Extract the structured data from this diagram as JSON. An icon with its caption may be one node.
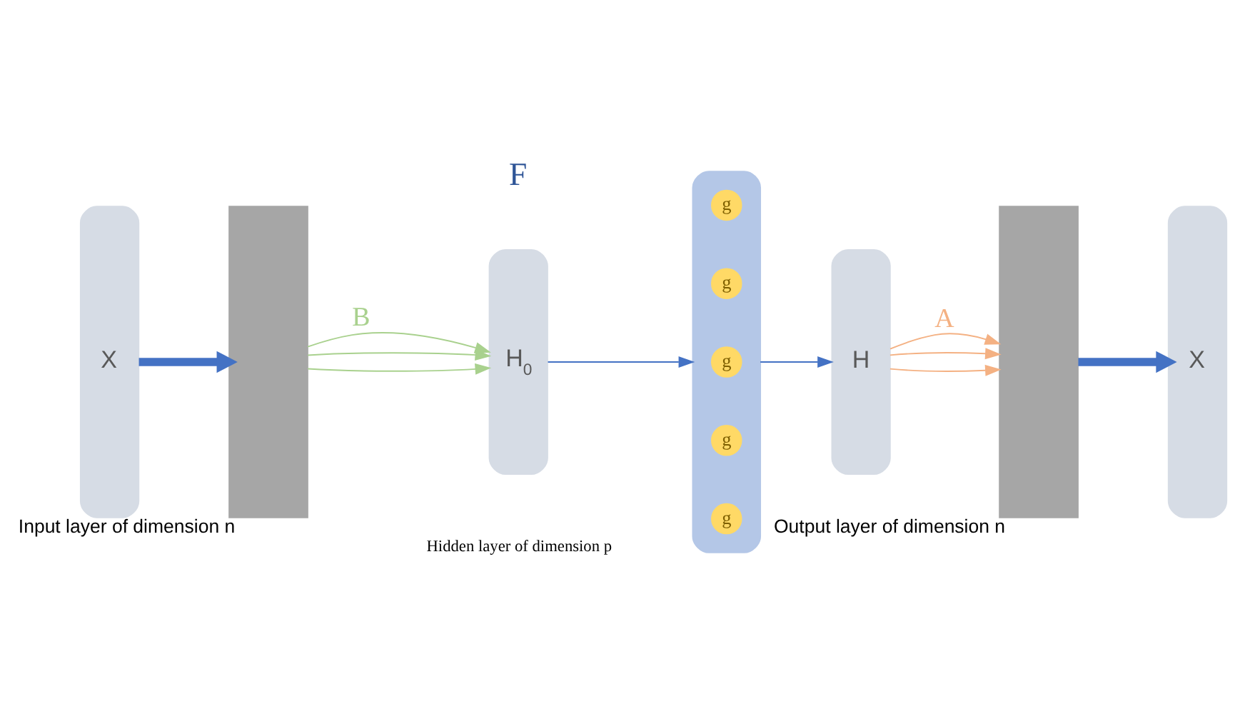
{
  "diagram": {
    "nodes": [
      {
        "text": [
          "X"
        ]
      },
      {
        "text": [],
        "shape": "bar",
        "beside": [
          "Input layer of dimension n"
        ]
      },
      {
        "text": [
          "H$_{0}$"
        ]
      },
      {
        "text": [],
        "shape": "box"
      },
      {
        "text": [
          "g"
        ],
        "in": 3
      },
      {
        "text": [
          "g"
        ],
        "in": 3
      },
      {
        "text": [
          "g"
        ],
        "in": 3
      },
      {
        "text": [
          "g"
        ],
        "in": 3
      },
      {
        "text": [
          "g"
        ],
        "in": 3
      },
      {
        "text": [
          "H"
        ]
      },
      {
        "text": [],
        "shape": "bar",
        "beside": [
          "Output layer of dimension n"
        ]
      },
      {
        "text": [
          "X"
        ]
      }
    ],
    "edges": [
      {
        "from": 0,
        "to": 1,
        "arrow": "to",
        "style": "thick",
        "color": "#4472c4"
      },
      {
        "from": 1,
        "to": 2,
        "arrow": "to",
        "label": "B",
        "color": "#a9d18e"
      },
      {
        "from": 1,
        "to": 2,
        "arrow": "to",
        "color": "#a9d18e"
      },
      {
        "from": 1,
        "to": 2,
        "arrow": "to",
        "color": "#a9d18e"
      },
      {
        "from": 2,
        "to": 3,
        "arrow": "to",
        "color": "#4472c4"
      },
      {
        "from": 3,
        "to": 9,
        "arrow": "to",
        "color": "#4472c4"
      },
      {
        "from": 9,
        "to": 10,
        "arrow": "to",
        "label": "A",
        "color": "#f4b183"
      },
      {
        "from": 9,
        "to": 10,
        "arrow": "to",
        "color": "#f4b183"
      },
      {
        "from": 9,
        "to": 10,
        "arrow": "to",
        "color": "#f4b183"
      },
      {
        "from": 10,
        "to": 11,
        "arrow": "to",
        "style": "thick",
        "color": "#4472c4"
      }
    ],
    "labels": [
      "F",
      "Hidden layer of dimension p"
    ]
  }
}
